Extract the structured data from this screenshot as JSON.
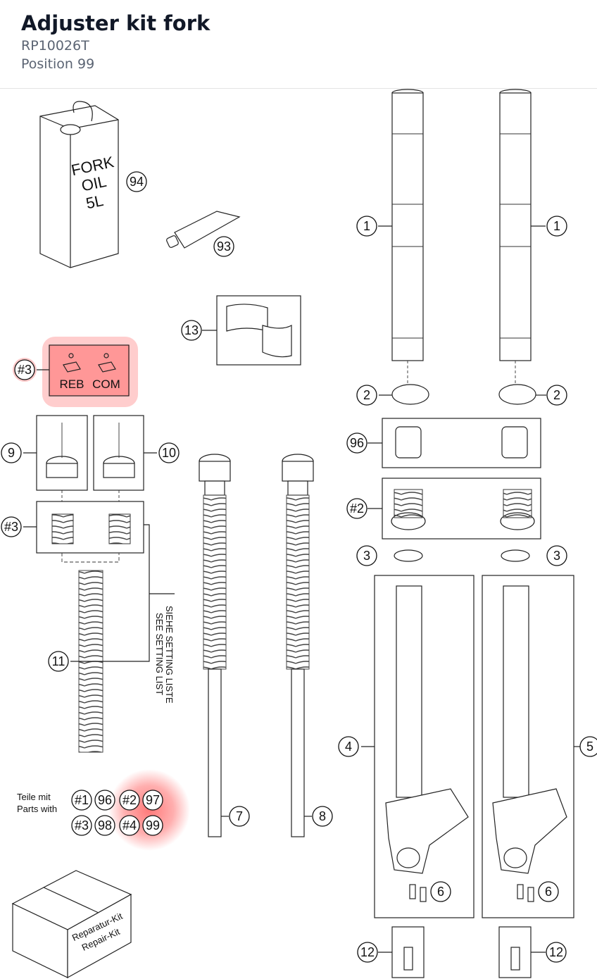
{
  "header": {
    "title": "Adjuster kit fork",
    "part_number": "RP10026T",
    "position": "Position 99"
  },
  "diagram": {
    "callouts": [
      "94",
      "93",
      "13",
      "#3",
      "9",
      "10",
      "#3",
      "11",
      "1",
      "1",
      "2",
      "2",
      "96",
      "#2",
      "3",
      "3",
      "4",
      "5",
      "6",
      "6",
      "7",
      "8",
      "12",
      "12"
    ],
    "can_label": [
      "FORK",
      "OIL",
      "5L"
    ],
    "adjuster_labels": [
      "REB",
      "COM"
    ],
    "setting_list": [
      "SIEHE SETTING LISTE",
      "SEE SETTING LIST"
    ],
    "legend_text": [
      "Teile mit",
      "Parts with"
    ],
    "legend_items": [
      "#1",
      "96",
      "#2",
      "97",
      "#3",
      "98",
      "#4",
      "99"
    ],
    "box_label": [
      "Reparatur-Kit",
      "Repair-Kit"
    ],
    "highlight_color": "#ff4d4d"
  }
}
